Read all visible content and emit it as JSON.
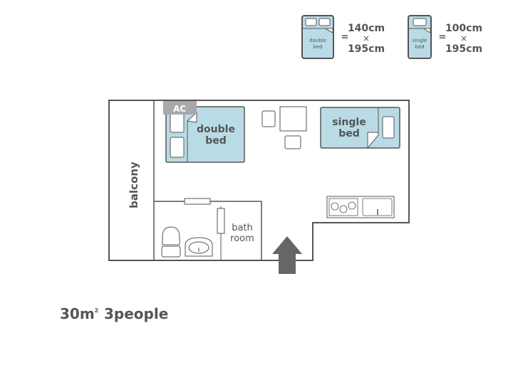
{
  "legend": {
    "double": {
      "icon_label_1": "double",
      "icon_label_2": "bed",
      "equals": "=",
      "width": "140cm",
      "times": "×",
      "length": "195cm"
    },
    "single": {
      "icon_label_1": "single",
      "icon_label_2": "bed",
      "equals": "=",
      "width": "100cm",
      "times": "×",
      "length": "195cm"
    }
  },
  "plan": {
    "ac": "AC",
    "double_bed_1": "double",
    "double_bed_2": "bed",
    "single_bed_1": "single",
    "single_bed_2": "bed",
    "balcony": "balcony",
    "bath_1": "bath",
    "bath_2": "room"
  },
  "summary": {
    "area": "30m",
    "area_sup": "2",
    "people": "3people"
  },
  "colors": {
    "bed": "#b9dbe6",
    "line": "#555555",
    "ac": "#a9a9a9",
    "arrow": "#666666"
  }
}
